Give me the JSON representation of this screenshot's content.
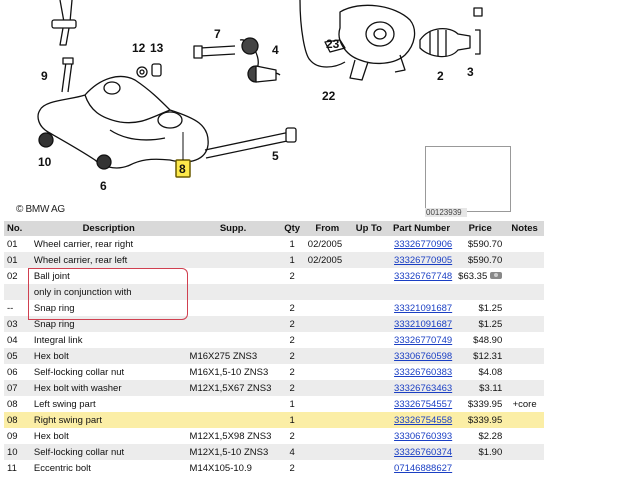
{
  "diagram": {
    "copyright": "© BMW AG",
    "thumbnail_id": "00123939",
    "callouts": [
      "7",
      "12",
      "13",
      "9",
      "10",
      "6",
      "8",
      "5",
      "23",
      "22",
      "4",
      "2",
      "3"
    ],
    "selected_callout": "8"
  },
  "table": {
    "headers": [
      "No.",
      "Description",
      "Supp.",
      "Qty",
      "From",
      "Up To",
      "Part Number",
      "Price",
      "Notes"
    ],
    "rows": [
      {
        "no": "01",
        "desc": "Wheel carrier, rear right",
        "supp": "",
        "qty": "1",
        "from": "02/2005",
        "upto": "",
        "pn": "33326770906",
        "price": "$590.70",
        "notes": ""
      },
      {
        "no": "01",
        "desc": "Wheel carrier, rear left",
        "supp": "",
        "qty": "1",
        "from": "02/2005",
        "upto": "",
        "pn": "33326770905",
        "price": "$590.70",
        "notes": ""
      },
      {
        "no": "02",
        "desc": "Ball joint",
        "supp": "",
        "qty": "2",
        "from": "",
        "upto": "",
        "pn": "33326767748",
        "price": "$63.35",
        "notes": ""
      },
      {
        "no": "",
        "desc": "only in conjunction with",
        "supp": "",
        "qty": "",
        "from": "",
        "upto": "",
        "pn": "",
        "price": "",
        "notes": ""
      },
      {
        "no": "--",
        "desc": "Snap ring",
        "supp": "",
        "qty": "2",
        "from": "",
        "upto": "",
        "pn": "33321091687",
        "price": "$1.25",
        "notes": ""
      },
      {
        "no": "03",
        "desc": "Snap ring",
        "supp": "",
        "qty": "2",
        "from": "",
        "upto": "",
        "pn": "33321091687",
        "price": "$1.25",
        "notes": ""
      },
      {
        "no": "04",
        "desc": "Integral link",
        "supp": "",
        "qty": "2",
        "from": "",
        "upto": "",
        "pn": "33326770749",
        "price": "$48.90",
        "notes": ""
      },
      {
        "no": "05",
        "desc": "Hex bolt",
        "supp": "M16X275 ZNS3",
        "qty": "2",
        "from": "",
        "upto": "",
        "pn": "33306760598",
        "price": "$12.31",
        "notes": ""
      },
      {
        "no": "06",
        "desc": "Self-locking collar nut",
        "supp": "M16X1,5-10 ZNS3",
        "qty": "2",
        "from": "",
        "upto": "",
        "pn": "33326760383",
        "price": "$4.08",
        "notes": ""
      },
      {
        "no": "07",
        "desc": "Hex bolt with washer",
        "supp": "M12X1,5X67 ZNS3",
        "qty": "2",
        "from": "",
        "upto": "",
        "pn": "33326763463",
        "price": "$3.11",
        "notes": ""
      },
      {
        "no": "08",
        "desc": "Left swing part",
        "supp": "",
        "qty": "1",
        "from": "",
        "upto": "",
        "pn": "33326754557",
        "price": "$339.95",
        "notes": "+core"
      },
      {
        "no": "08",
        "desc": "Right swing part",
        "supp": "",
        "qty": "1",
        "from": "",
        "upto": "",
        "pn": "33326754558",
        "price": "$339.95",
        "notes": "",
        "highlight": true
      },
      {
        "no": "09",
        "desc": "Hex bolt",
        "supp": "M12X1,5X98 ZNS3",
        "qty": "2",
        "from": "",
        "upto": "",
        "pn": "33306760393",
        "price": "$2.28",
        "notes": ""
      },
      {
        "no": "10",
        "desc": "Self-locking collar nut",
        "supp": "M12X1,5-10 ZNS3",
        "qty": "4",
        "from": "",
        "upto": "",
        "pn": "33326760374",
        "price": "$1.90",
        "notes": ""
      },
      {
        "no": "11",
        "desc": "Eccentric bolt",
        "supp": "M14X105-10.9",
        "qty": "2",
        "from": "",
        "upto": "",
        "pn": "07146888627",
        "price": "",
        "notes": ""
      }
    ]
  }
}
